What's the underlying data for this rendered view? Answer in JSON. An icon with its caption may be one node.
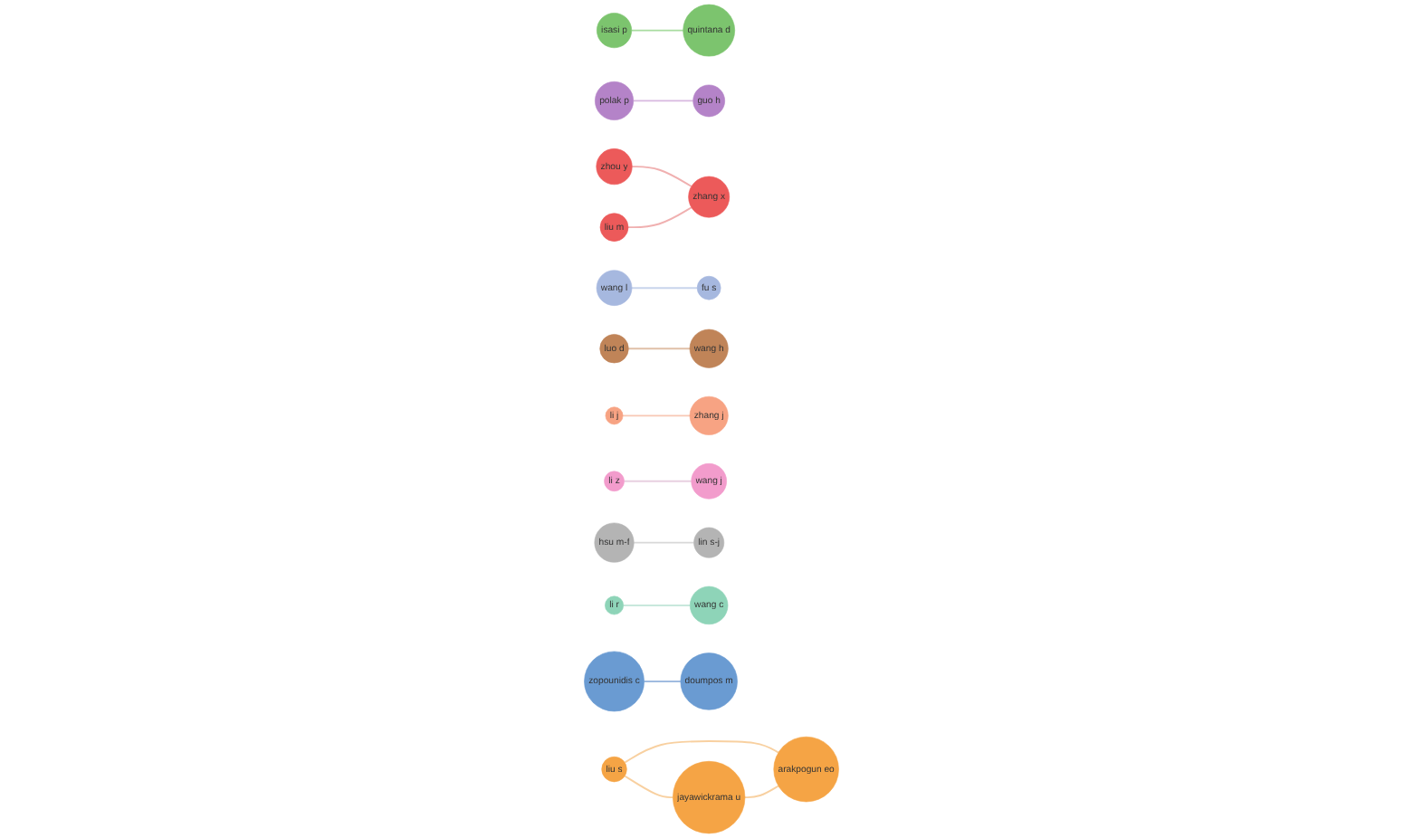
{
  "diagram": {
    "nodes": [
      {
        "text": [
          "isasi p"
        ]
      },
      {
        "text": [
          "quintana d"
        ]
      },
      {
        "text": [
          "polak p"
        ]
      },
      {
        "text": [
          "guo h"
        ]
      },
      {
        "text": [
          "zhou y"
        ]
      },
      {
        "text": [
          "liu m"
        ]
      },
      {
        "text": [
          "zhang x"
        ]
      },
      {
        "text": [
          "wang l"
        ]
      },
      {
        "text": [
          "fu s"
        ]
      },
      {
        "text": [
          "luo d"
        ]
      },
      {
        "text": [
          "wang h"
        ]
      },
      {
        "text": [
          "li j"
        ]
      },
      {
        "text": [
          "zhang j"
        ]
      },
      {
        "text": [
          "li z"
        ]
      },
      {
        "text": [
          "wang j"
        ]
      },
      {
        "text": [
          "hsu m-f"
        ]
      },
      {
        "text": [
          "lin s-j"
        ]
      },
      {
        "text": [
          "li r"
        ]
      },
      {
        "text": [
          "wang c"
        ]
      },
      {
        "text": [
          "zopounidis c"
        ]
      },
      {
        "text": [
          "doumpos m"
        ]
      },
      {
        "text": [
          "liu s"
        ]
      },
      {
        "text": [
          "jayawickrama u"
        ]
      },
      {
        "text": [
          "arakpogun eo"
        ]
      }
    ],
    "edges": [
      {
        "from": 0,
        "to": 1,
        "arrow": "none",
        "color": "#a8dca0"
      },
      {
        "from": 2,
        "to": 3,
        "arrow": "none",
        "color": "#d8b8e0"
      },
      {
        "from": 4,
        "to": 6,
        "arrow": "none",
        "color": "#f0b0b0"
      },
      {
        "from": 5,
        "to": 6,
        "arrow": "none",
        "color": "#f0b0b0"
      },
      {
        "from": 7,
        "to": 8,
        "arrow": "none",
        "color": "#c8d4ec"
      },
      {
        "from": 9,
        "to": 10,
        "arrow": "none",
        "color": "#e0c0a8"
      },
      {
        "from": 11,
        "to": 12,
        "arrow": "none",
        "color": "#f8c8b4"
      },
      {
        "from": 13,
        "to": 14,
        "arrow": "none",
        "color": "#e8d0e0"
      },
      {
        "from": 15,
        "to": 16,
        "arrow": "none",
        "color": "#d8d8d8"
      },
      {
        "from": 17,
        "to": 18,
        "arrow": "none",
        "color": "#c8e8dc"
      },
      {
        "from": 19,
        "to": 20,
        "arrow": "none",
        "color": "#a0bce0"
      },
      {
        "from": 21,
        "to": 22,
        "arrow": "none",
        "color": "#f8d0a0"
      },
      {
        "from": 21,
        "to": 23,
        "arrow": "none",
        "color": "#f8d0a0"
      },
      {
        "from": 22,
        "to": 23,
        "arrow": "none",
        "color": "#f8d0a0"
      }
    ]
  }
}
